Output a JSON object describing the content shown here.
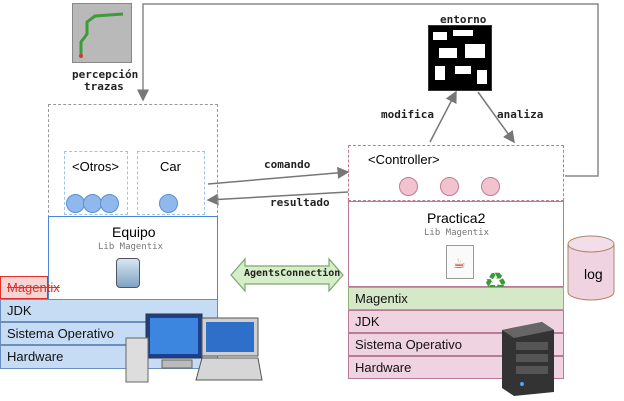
{
  "top_left": {
    "label_line1": "percepción",
    "label_line2": "trazas"
  },
  "top_right": {
    "label": "entorno"
  },
  "arrows": {
    "modifica": "modifica",
    "analiza": "analiza",
    "comando": "comando",
    "resultado": "resultado"
  },
  "left_group": {
    "otros_label": "<Otros>",
    "car_label": "Car",
    "equipo_title": "Equipo",
    "equipo_subtitle": "Lib Magentix",
    "layers": [
      "Magentix",
      "JDK",
      "Sistema Operativo",
      "Hardware"
    ]
  },
  "right_group": {
    "controller_label": "<Controller>",
    "practica_title": "Practica2",
    "practica_subtitle": "Lib Magentix",
    "layers": [
      "Magentix",
      "JDK",
      "Sistema Operativo",
      "Hardware"
    ]
  },
  "connection": {
    "label": "AgentsConnection"
  },
  "log": {
    "label": "log"
  },
  "colors": {
    "blue_layer": "#c6dcf5",
    "pink_layer": "#efd3e1",
    "green_layer": "#d5e8c8",
    "red_text": "#e0302a"
  },
  "icons": [
    "trace-map-icon",
    "environment-map-icon",
    "smiley-icon",
    "java-file-icon",
    "recycle-icon",
    "box-icon",
    "computer-icon",
    "server-icon",
    "database-icon"
  ]
}
